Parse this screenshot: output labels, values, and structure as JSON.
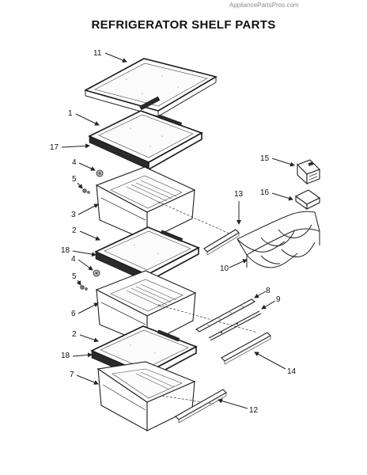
{
  "watermark": "AppliancePartsPros.com",
  "title": "REFRIGERATOR SHELF PARTS",
  "callouts": {
    "c11": "11",
    "c1": "1",
    "c17": "17",
    "c4a": "4",
    "c5a": "5",
    "c3": "3",
    "c2a": "2",
    "c18a": "18",
    "c4b": "4",
    "c5b": "5",
    "c6": "6",
    "c2b": "2",
    "c18b": "18",
    "c7": "7",
    "c15": "15",
    "c16": "16",
    "c13": "13",
    "c10": "10",
    "c8": "8",
    "c9": "9",
    "c14": "14",
    "c12": "12"
  }
}
